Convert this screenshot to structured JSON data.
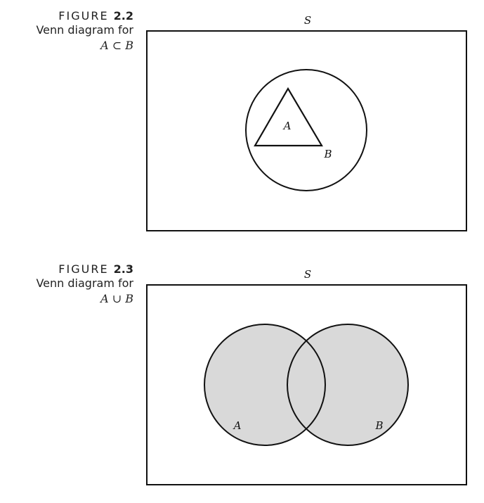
{
  "figures": [
    {
      "figure_word": "FIGURE",
      "figure_number": "2.2",
      "caption_line1": "Venn diagram for",
      "caption_line2": "A ⊂ B",
      "universe_label": "S",
      "set_a_label": "A",
      "set_b_label": "B"
    },
    {
      "figure_word": "FIGURE",
      "figure_number": "2.3",
      "caption_line1": "Venn diagram for",
      "caption_line2": "A ∪ B",
      "universe_label": "S",
      "set_a_label": "A",
      "set_b_label": "B",
      "fill_color": "#d9d9d9"
    }
  ]
}
